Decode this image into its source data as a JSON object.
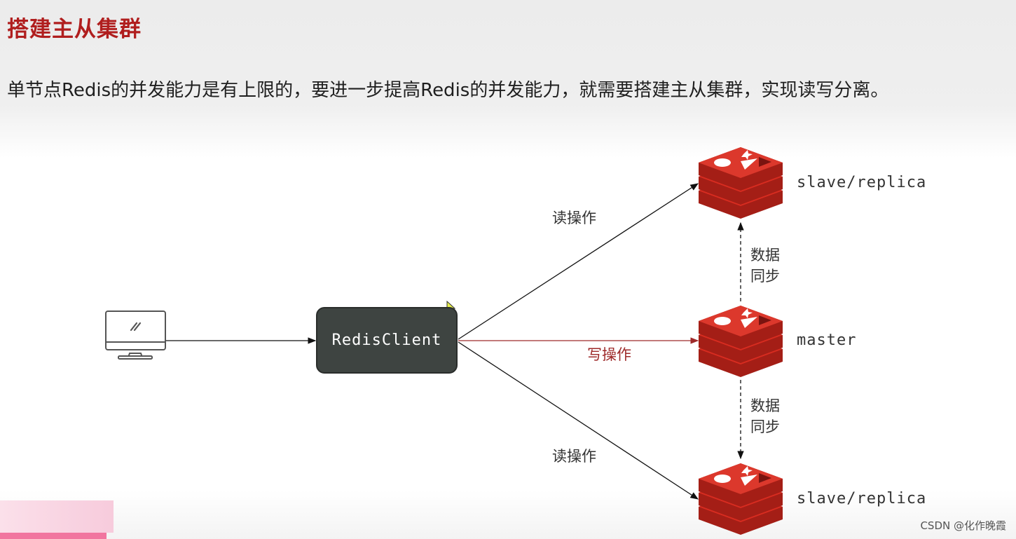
{
  "title": "搭建主从集群",
  "subtitle": "单节点Redis的并发能力是有上限的，要进一步提高Redis的并发能力，就需要搭建主从集群，实现读写分离。",
  "client": {
    "label": "RedisClient"
  },
  "nodes": {
    "replica_top": "slave/replica",
    "master": "master",
    "replica_bottom": "slave/replica"
  },
  "edges": {
    "read_top": "读操作",
    "write": "写操作",
    "read_bottom": "读操作"
  },
  "sync_top": {
    "line1": "数据",
    "line2": "同步"
  },
  "sync_bottom": {
    "line1": "数据",
    "line2": "同步"
  },
  "watermark": "CSDN @化作晚霞",
  "colors": {
    "title": "#b01e1e",
    "write_edge": "#9e2a2a",
    "redis_red": "#d82c20",
    "client_box": "#3e4441"
  },
  "icons": [
    "desktop-computer-icon",
    "redis-logo-icon"
  ]
}
